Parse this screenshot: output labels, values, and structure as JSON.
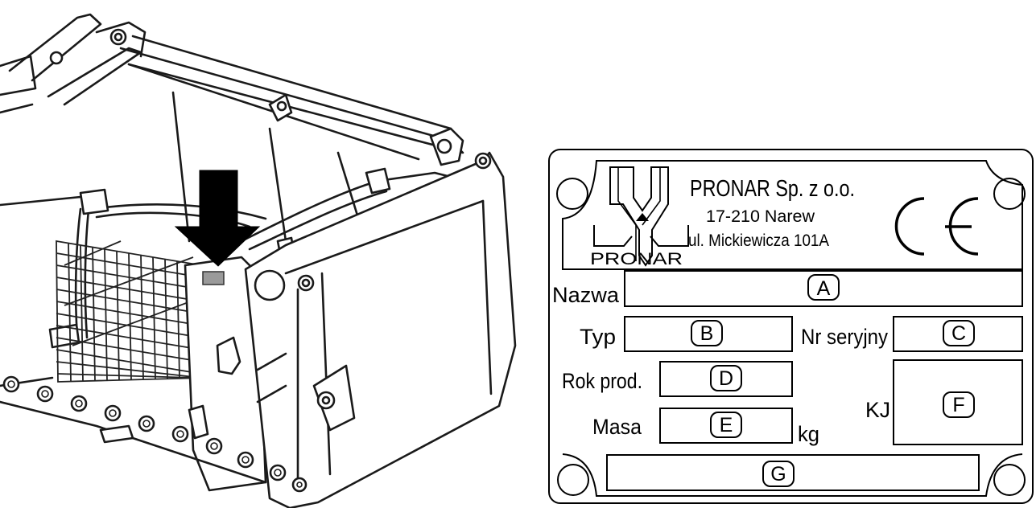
{
  "plate": {
    "company": "PRONAR Sp. z o.o.",
    "postal_city": "17-210 Narew",
    "street": "ul. Mickiewicza 101A",
    "logo_text": "PRONAR",
    "ce_mark": "CE",
    "labels": {
      "nazwa": "Nazwa",
      "typ": "Typ",
      "nr_seryjny": "Nr seryjny",
      "rok_prod": "Rok prod.",
      "masa": "Masa",
      "kg": "kg",
      "kj": "KJ"
    },
    "markers": {
      "a": "A",
      "b": "B",
      "c": "C",
      "d": "D",
      "e": "E",
      "f": "F",
      "g": "G"
    }
  }
}
